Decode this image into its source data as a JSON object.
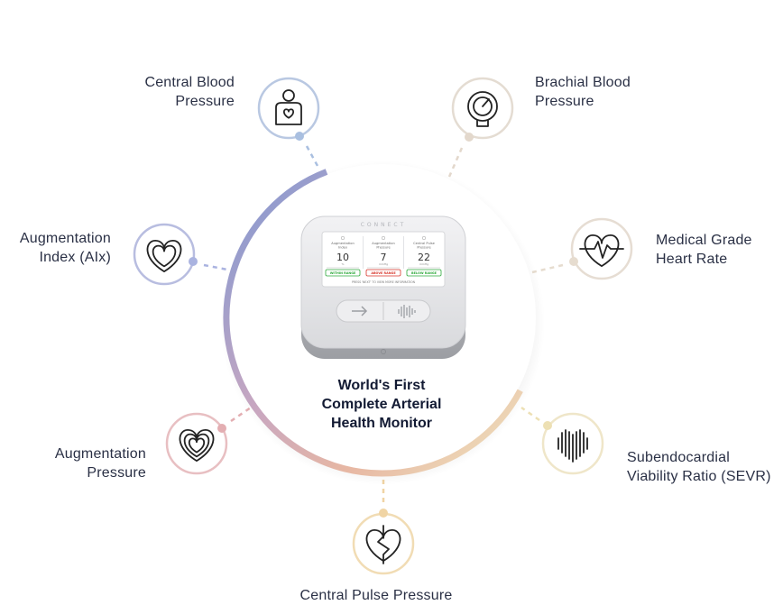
{
  "center": {
    "title_lines": [
      "World's First",
      "Complete Arterial",
      "Health Monitor"
    ]
  },
  "device": {
    "brand": "CONNECT",
    "readings": [
      {
        "label_lines": [
          "Augmentation",
          "Index"
        ],
        "value": "10",
        "unit": "%",
        "badge": "WITHIN RANGE",
        "badge_color": "#2eaa3c"
      },
      {
        "label_lines": [
          "Augmentation",
          "Pressure"
        ],
        "value": "7",
        "unit": "mmHg",
        "badge": "ABOVE RANGE",
        "badge_color": "#d8352a"
      },
      {
        "label_lines": [
          "Central Pulse",
          "Pressure"
        ],
        "value": "22",
        "unit": "mmHg",
        "badge": "BELOW RANGE",
        "badge_color": "#2eaa3c"
      }
    ],
    "footer": "PRESS 'NEXT' TO VIEW MORE INFORMATION"
  },
  "features": [
    {
      "id": "central-blood-pressure",
      "label_lines": [
        "Central Blood",
        "Pressure"
      ],
      "icon": "person-heart-icon",
      "ring_color": "#b9c8e2",
      "dot_color": "#a9bfe0"
    },
    {
      "id": "brachial-blood-pressure",
      "label_lines": [
        "Brachial Blood",
        "Pressure"
      ],
      "icon": "gauge-icon",
      "ring_color": "#e4dcd2",
      "dot_color": "#e3d8cc"
    },
    {
      "id": "augmentation-index",
      "label_lines": [
        "Augmentation",
        "Index (AIx)"
      ],
      "icon": "heart-icon",
      "ring_color": "#b8bde0",
      "dot_color": "#aab3e0"
    },
    {
      "id": "medical-grade-heart-rate",
      "label_lines": [
        "Medical Grade",
        "Heart Rate"
      ],
      "icon": "heartbeat-icon",
      "ring_color": "#e6ddd3",
      "dot_color": "#e6dccf"
    },
    {
      "id": "augmentation-pressure",
      "label_lines": [
        "Augmentation",
        "Pressure"
      ],
      "icon": "double-heart-icon",
      "ring_color": "#e8bfc2",
      "dot_color": "#e3aeb2"
    },
    {
      "id": "sevr",
      "label_lines": [
        "Subendocardial",
        "Viability Ratio (SEVR)"
      ],
      "icon": "striped-heart-icon",
      "ring_color": "#efe6c9",
      "dot_color": "#ede0b4"
    },
    {
      "id": "central-pulse-pressure",
      "label_lines": [
        "Central Pulse Pressure"
      ],
      "icon": "split-heart-icon",
      "ring_color": "#f1dcb4",
      "dot_color": "#f0d4a4"
    }
  ],
  "colors": {
    "arc_start": "#8fa3d6",
    "arc_mid": "#d9a7b5",
    "arc_end": "#efe3b8",
    "text": "#2a3045",
    "icon_stroke": "#232323"
  }
}
